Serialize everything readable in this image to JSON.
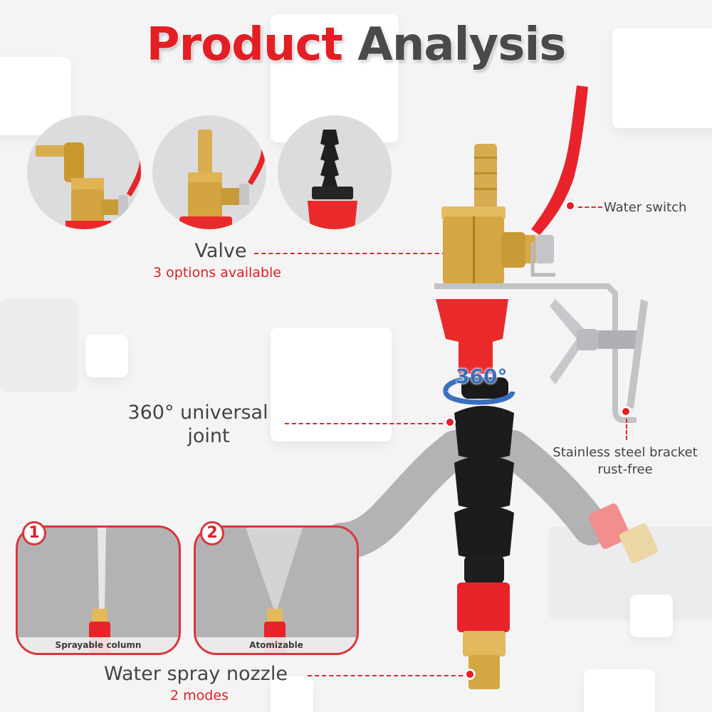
{
  "header": {
    "title_part1": "Product",
    "title_part2": "Analysis"
  },
  "colors": {
    "accent_red": "#e31e24",
    "text_gray": "#444446",
    "brass": "#d4a94a",
    "background": "#f4f4f5"
  },
  "valve": {
    "label": "Valve",
    "sublabel": "3 options available",
    "options": [
      {
        "name": "elbow-barb-brass-valve"
      },
      {
        "name": "straight-barb-brass-valve"
      },
      {
        "name": "black-plastic-barb"
      }
    ]
  },
  "callouts": {
    "water_switch": "Water switch",
    "joint_line1": "360° universal",
    "joint_line2": "joint",
    "rotation_badge": "360°",
    "bracket_line1": "Stainless steel bracket",
    "bracket_line2": "rust-free"
  },
  "nozzle": {
    "label": "Water spray nozzle",
    "sublabel": "2 modes",
    "modes": [
      {
        "number": "1",
        "caption": "Sprayable column"
      },
      {
        "number": "2",
        "caption": "Atomizable"
      }
    ]
  }
}
